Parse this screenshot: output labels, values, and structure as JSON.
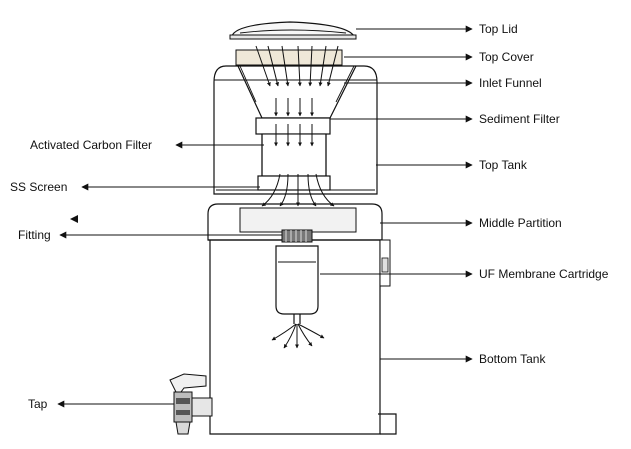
{
  "labels": {
    "top_lid": "Top Lid",
    "top_cover": "Top Cover",
    "inlet_funnel": "Inlet Funnel",
    "sediment_filter": "Sediment Filter",
    "activated_carbon_filter": "Activated Carbon Filter",
    "top_tank": "Top Tank",
    "ss_screen": "SS Screen",
    "middle_partition": "Middle Partition",
    "fitting": "Fitting",
    "uf_membrane_cartridge": "UF Membrane Cartridge",
    "bottom_tank": "Bottom Tank",
    "tap": "Tap"
  },
  "colors": {
    "line": "#111111",
    "fill_light": "#f2f2f2",
    "fill_mid": "#d9d9d9",
    "fill_dark": "#555555"
  }
}
